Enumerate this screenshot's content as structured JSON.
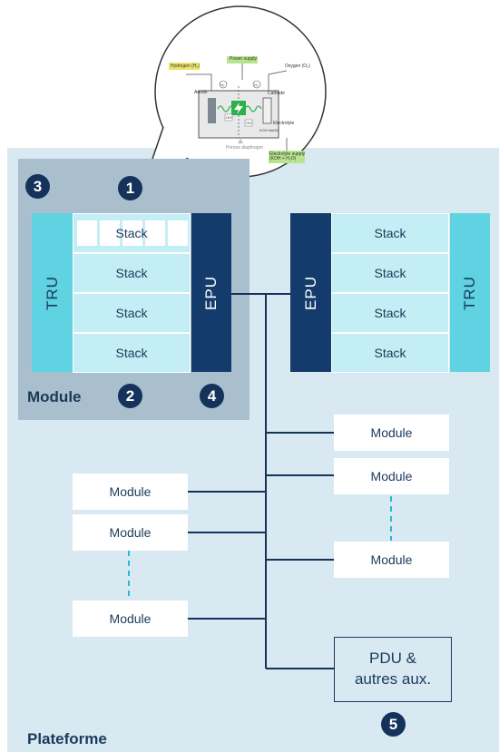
{
  "labels": {
    "stack": "Stack",
    "tru": "TRU",
    "epu": "EPU",
    "module": "Module",
    "module_panel": "Module",
    "platform": "Plateforme",
    "pdu_line1": "PDU &",
    "pdu_line2": "autres aux."
  },
  "badges": [
    "1",
    "2",
    "3",
    "4",
    "5"
  ],
  "inset": {
    "power_supply": "Power supply",
    "hydrogen": "Hydrogen (H₂)",
    "oxygen": "Oxygen (O₂)",
    "anode": "Anode",
    "cathode": "Cathode",
    "electrolyte": "Electrolyte",
    "porous_diaphragm": "Porous diaphragm",
    "electrolyte_supply": "Electrolyte supply (KOH + H₂O)",
    "koh_naoh": "KOH NaOH",
    "oh": "OH⁻",
    "h2": "H₂",
    "o2": "O₂"
  },
  "colors": {
    "platform_bg": "#d8e9f2",
    "module_bg": "#a9bfcd",
    "stack": "#c4eef5",
    "tru": "#5fd3e2",
    "epu": "#133b6b",
    "line": "#14325a",
    "dashed": "#2bb8d3"
  }
}
